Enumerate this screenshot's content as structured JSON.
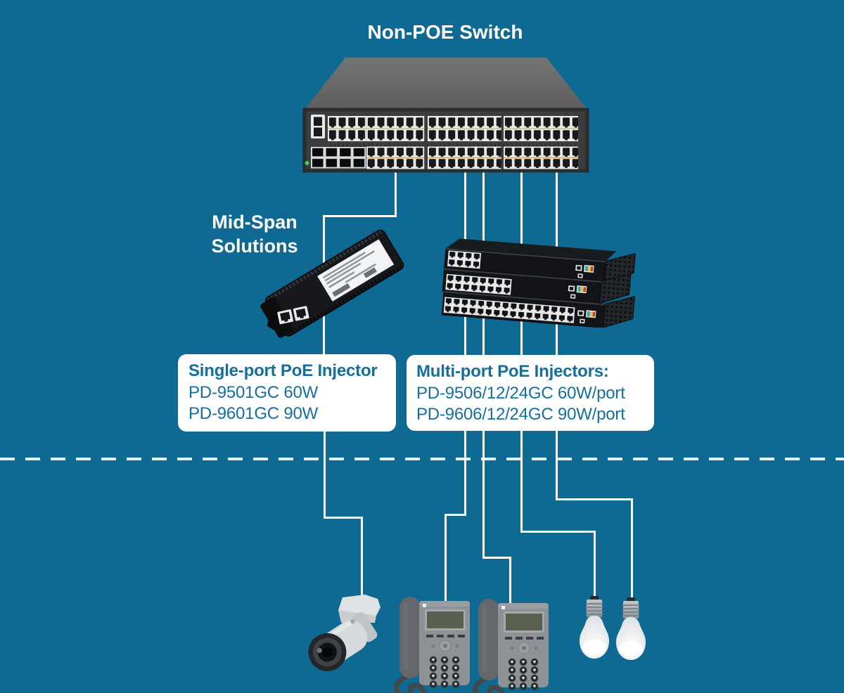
{
  "title": "Non-POE Switch",
  "midspan": {
    "line1": "Mid-Span",
    "line2": "Solutions"
  },
  "boxes": {
    "left": {
      "title": "Single-port PoE Injector",
      "lines": [
        "PD-9501GC 60W",
        "PD-9601GC 90W"
      ]
    },
    "right": {
      "title": "Multi-port PoE Injectors:",
      "lines": [
        "PD-9506/12/24GC 60W/port",
        "PD-9606/12/24GC 90W/port"
      ]
    }
  },
  "devices": {
    "switch": "non-poe-switch",
    "single_port_injector": "single-port-poe-injector",
    "multi_port_injectors": "multi-port-poe-injector-stack",
    "endpoints": [
      "ip-camera",
      "ip-phone",
      "ip-phone",
      "led-bulb",
      "led-bulb"
    ]
  },
  "connections": [
    {
      "from": "non-poe-switch",
      "via": "single-port-poe-injector",
      "to": "ip-camera"
    },
    {
      "from": "non-poe-switch",
      "via": "multi-port-poe-injector-stack",
      "to": "ip-phone-1"
    },
    {
      "from": "non-poe-switch",
      "via": "multi-port-poe-injector-stack",
      "to": "ip-phone-2"
    },
    {
      "from": "non-poe-switch",
      "via": "multi-port-poe-injector-stack",
      "to": "led-bulb-1"
    },
    {
      "from": "non-poe-switch",
      "via": "multi-port-poe-injector-stack",
      "to": "led-bulb-2"
    }
  ],
  "colors": {
    "background": "#0e6a93",
    "connector": "#ffffff",
    "divider": "#e3f1f8",
    "box_bg": "#ffffff",
    "box_text": "#156f9d",
    "heading": "#ffffff"
  }
}
